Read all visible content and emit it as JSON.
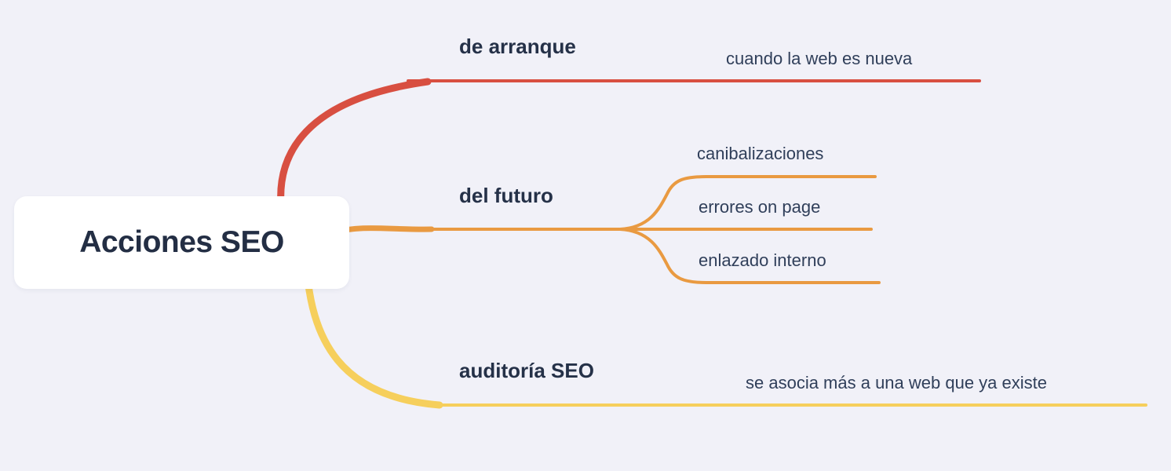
{
  "title": "Acciones SEO",
  "colors": {
    "background": "#f1f1f8",
    "text": "#253148",
    "red": "#d84f41",
    "orange": "#e99a41",
    "yellow": "#f6cf5c"
  },
  "root": {
    "label": "Acciones SEO"
  },
  "branches": [
    {
      "label": "de arranque",
      "color": "#d84f41",
      "children": [
        {
          "label": "cuando la web es nueva"
        }
      ]
    },
    {
      "label": "del futuro",
      "color": "#e99a41",
      "children": [
        {
          "label": "canibalizaciones"
        },
        {
          "label": "errores on page"
        },
        {
          "label": "enlazado interno"
        }
      ]
    },
    {
      "label": "auditoría SEO",
      "color": "#f6cf5c",
      "children": [
        {
          "label": "se asocia más a una web que ya existe"
        }
      ]
    }
  ]
}
